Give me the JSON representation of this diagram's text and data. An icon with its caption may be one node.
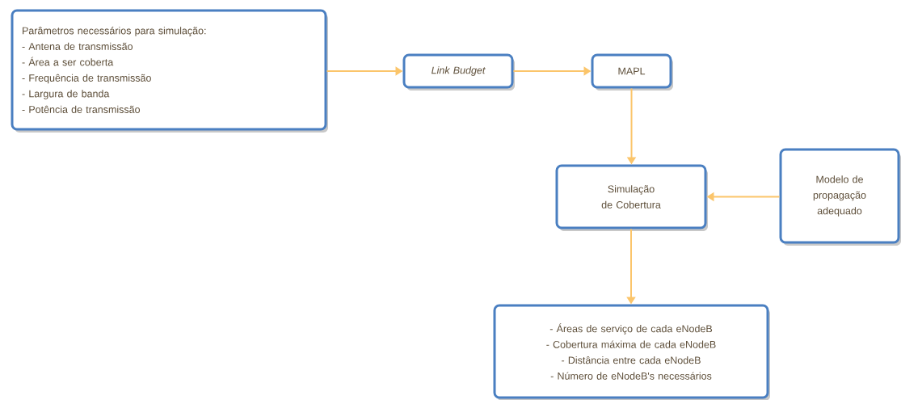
{
  "diagram": {
    "nodes": [
      {
        "text": [
          "Parâmetros necessários para simulação:",
          "- Antena de transmissão",
          "- Área a ser coberta",
          "- Frequência de transmissão",
          "- Largura de banda",
          "- Potência de transmissão"
        ]
      },
      {
        "text": [
          "Link Budget"
        ]
      },
      {
        "text": [
          "MAPL"
        ]
      },
      {
        "text": [
          "Simulação de Cobertura"
        ]
      },
      {
        "text": [
          "Modelo de propagação adequado"
        ]
      },
      {
        "text": [
          "- Áreas de serviço de cada eNodeB",
          "- Cobertura máxima de cada eNodeB",
          "- Distância entre cada eNodeB",
          "- Número de eNodeB's necessários"
        ]
      }
    ],
    "edges": [
      {
        "from": 0,
        "to": 1,
        "arrow": "to"
      },
      {
        "from": 1,
        "to": 2,
        "arrow": "to"
      },
      {
        "from": 2,
        "to": 3,
        "arrow": "to"
      },
      {
        "from": 4,
        "to": 3,
        "arrow": "to"
      },
      {
        "from": 3,
        "to": 5,
        "arrow": "to"
      }
    ]
  }
}
